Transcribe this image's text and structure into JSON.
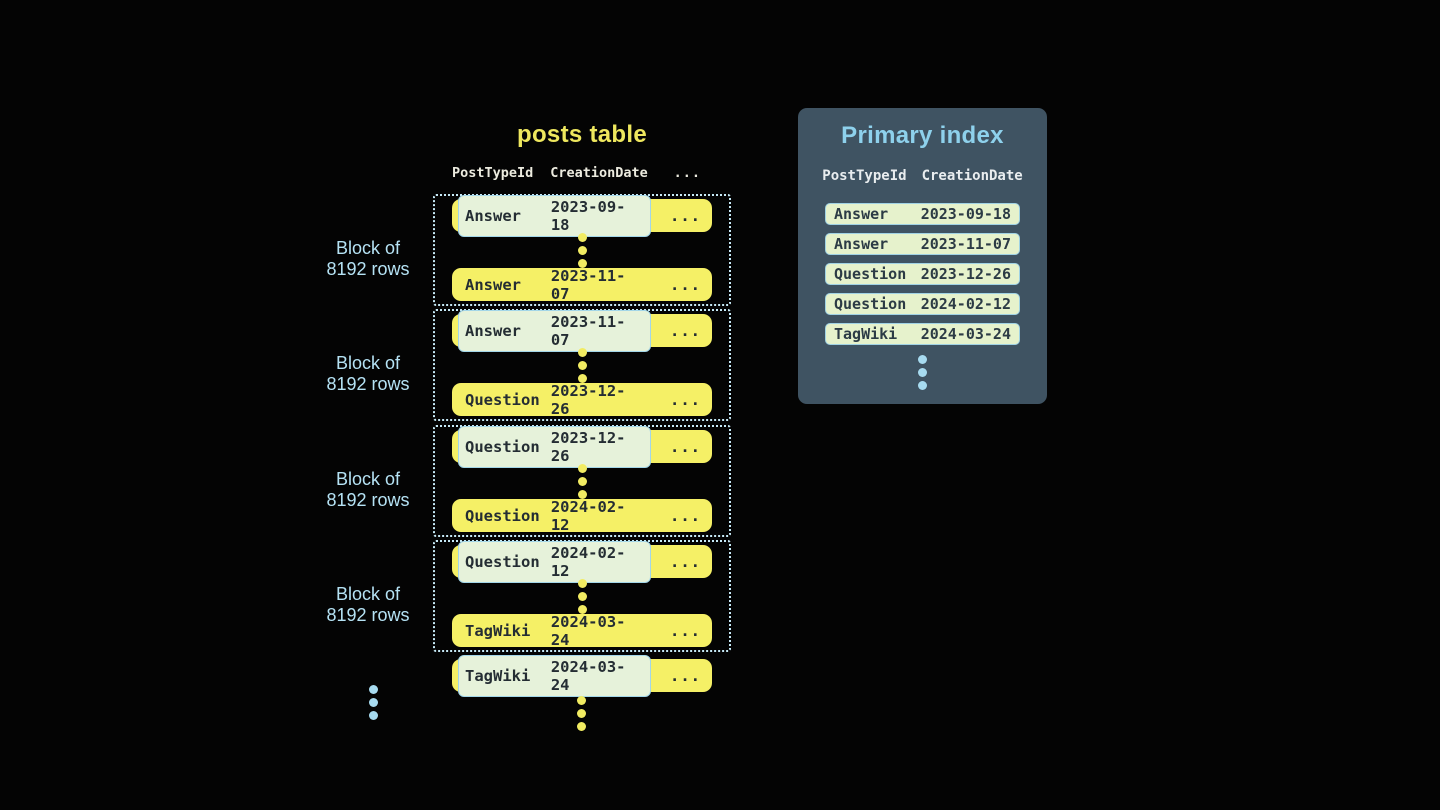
{
  "palette": {
    "background": "#040404",
    "row_yellow": "#f5f066",
    "row_text": "#242d33",
    "highlight_fill": "#e6f2da",
    "highlight_border": "#a3d6e8",
    "index_row_fill": "#e6f2cc",
    "panel_background": "#3f5362",
    "panel_title_blue": "#8ed1ec",
    "posts_title_yellow": "#eee75e",
    "block_label_blue": "#b5e2f4",
    "dotted_border": "#c6e9f6",
    "blue_dot": "#a7dbf0",
    "yellow_dot": "#f2ec62"
  },
  "posts_table": {
    "title": "posts table",
    "columns": [
      "PostTypeId",
      "CreationDate",
      "..."
    ],
    "blocks": [
      {
        "label_line1": "Block of",
        "label_line2": "8192 rows",
        "first_row": {
          "type": "Answer",
          "date": "2023-09-18",
          "more": "..."
        },
        "last_row": {
          "type": "Answer",
          "date": "2023-11-07",
          "more": "..."
        }
      },
      {
        "label_line1": "Block of",
        "label_line2": "8192 rows",
        "first_row": {
          "type": "Answer",
          "date": "2023-11-07",
          "more": "..."
        },
        "last_row": {
          "type": "Question",
          "date": "2023-12-26",
          "more": "..."
        }
      },
      {
        "label_line1": "Block of",
        "label_line2": "8192 rows",
        "first_row": {
          "type": "Question",
          "date": "2023-12-26",
          "more": "..."
        },
        "last_row": {
          "type": "Question",
          "date": "2024-02-12",
          "more": "..."
        }
      },
      {
        "label_line1": "Block of",
        "label_line2": "8192 rows",
        "first_row": {
          "type": "Question",
          "date": "2024-02-12",
          "more": "..."
        },
        "last_row": {
          "type": "TagWiki",
          "date": "2024-03-24",
          "more": "..."
        }
      }
    ],
    "overflow_row": {
      "type": "TagWiki",
      "date": "2024-03-24",
      "more": "..."
    }
  },
  "primary_index": {
    "title": "Primary index",
    "columns": [
      "PostTypeId",
      "CreationDate"
    ],
    "rows": [
      {
        "type": "Answer",
        "date": "2023-09-18"
      },
      {
        "type": "Answer",
        "date": "2023-11-07"
      },
      {
        "type": "Question",
        "date": "2023-12-26"
      },
      {
        "type": "Question",
        "date": "2024-02-12"
      },
      {
        "type": "TagWiki",
        "date": "2024-03-24"
      }
    ]
  }
}
